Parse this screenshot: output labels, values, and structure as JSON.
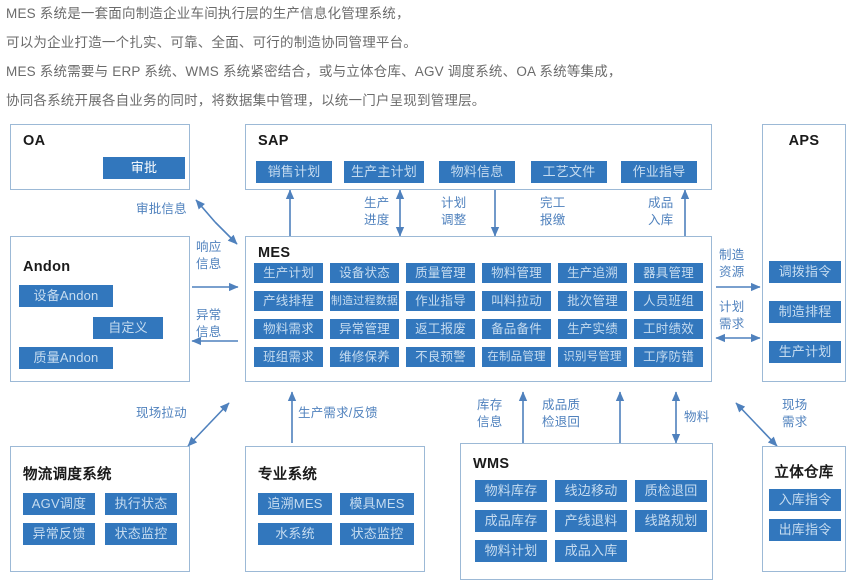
{
  "intro": {
    "lines": [
      "MES 系统是一套面向制造企业车间执行层的生产信息化管理系统，",
      "可以为企业打造一个扎实、可靠、全面、可行的制造协同管理平台。",
      "MES 系统需要与 ERP 系统、WMS 系统紧密结合，或与立体仓库、AGV 调度系统、OA 系统等集成，",
      "协同各系统开展各自业务的同时，将数据集中管理，以统一门户呈现到管理层。"
    ]
  },
  "colors": {
    "chip_fill": "#3277bd",
    "chip_text": "#c6dcf0",
    "box_border": "#9cb9d6",
    "label_text": "#4f81bd",
    "intro_text": "#6b6b6b"
  },
  "systems": {
    "oa": {
      "title": "OA",
      "items": [
        "审批"
      ]
    },
    "sap": {
      "title": "SAP",
      "items": [
        "销售计划",
        "生产主计划",
        "物料信息",
        "工艺文件",
        "作业指导"
      ]
    },
    "aps": {
      "title": "APS",
      "items": [
        "调拨指令",
        "制造排程",
        "生产计划"
      ]
    },
    "andon": {
      "title": "Andon",
      "items": [
        "设备Andon",
        "自定义",
        "质量Andon"
      ]
    },
    "mes": {
      "title": "MES",
      "rows": [
        [
          "生产计划",
          "设备状态",
          "质量管理",
          "物料管理",
          "生产追溯",
          "器具管理"
        ],
        [
          "产线排程",
          "制造过程数据",
          "作业指导",
          "叫料拉动",
          "批次管理",
          "人员班组"
        ],
        [
          "物料需求",
          "异常管理",
          "返工报废",
          "备品备件",
          "生产实绩",
          "工时绩效"
        ],
        [
          "班组需求",
          "维修保养",
          "不良预警",
          "在制品管理",
          "识别号管理",
          "工序防错"
        ]
      ]
    },
    "logistics": {
      "title": "物流调度系统",
      "items": [
        "AGV调度",
        "执行状态",
        "异常反馈",
        "状态监控"
      ]
    },
    "professional": {
      "title": "专业系统",
      "items": [
        "追溯MES",
        "模具MES",
        "水系统",
        "状态监控"
      ]
    },
    "wms": {
      "title": "WMS",
      "items": [
        "物料库存",
        "线边移动",
        "质检退回",
        "成品库存",
        "产线退料",
        "线路规划",
        "物料计划",
        "成品入库"
      ]
    },
    "warehouse": {
      "title": "立体仓库",
      "items": [
        "入库指令",
        "出库指令"
      ]
    }
  },
  "connectors": [
    {
      "id": "approval-info",
      "text": "审批信息",
      "direction": "bidirectional"
    },
    {
      "id": "response-info",
      "text": "响应\n信息",
      "direction": "right"
    },
    {
      "id": "exception-info",
      "text": "异常\n信息",
      "direction": "left"
    },
    {
      "id": "sales-plan-flow",
      "text": "",
      "direction": "up"
    },
    {
      "id": "production-progress",
      "text": "生产\n进度",
      "direction": "bidirectional-vertical"
    },
    {
      "id": "plan-adjust",
      "text": "计划\n调整",
      "direction": "down"
    },
    {
      "id": "completion-report",
      "text": "完工\n报缴",
      "direction": "none"
    },
    {
      "id": "finished-goods-in",
      "text": "成品\n入库",
      "direction": "up"
    },
    {
      "id": "manufacturing-resource",
      "text": "制造\n资源",
      "direction": "right"
    },
    {
      "id": "plan-demand",
      "text": "计划\n需求",
      "direction": "bidirectional"
    },
    {
      "id": "site-pull",
      "text": "现场拉动",
      "direction": "bidirectional"
    },
    {
      "id": "production-demand-feedback",
      "text": "生产需求/反馈",
      "direction": "up"
    },
    {
      "id": "inventory-info",
      "text": "库存\n信息",
      "direction": "up"
    },
    {
      "id": "finished-quality-return",
      "text": "成品质\n检退回",
      "direction": "up"
    },
    {
      "id": "material",
      "text": "物料",
      "direction": "bidirectional-vertical"
    },
    {
      "id": "site-demand",
      "text": "现场\n需求",
      "direction": "bidirectional"
    }
  ],
  "labels": {
    "approval_info": "审批信息",
    "response_l1": "响应",
    "response_l2": "信息",
    "exception_l1": "异常",
    "exception_l2": "信息",
    "prod_progress_l1": "生产",
    "prod_progress_l2": "进度",
    "plan_adjust_l1": "计划",
    "plan_adjust_l2": "调整",
    "completion_l1": "完工",
    "completion_l2": "报缴",
    "fg_in_l1": "成品",
    "fg_in_l2": "入库",
    "mfg_res_l1": "制造",
    "mfg_res_l2": "资源",
    "plan_demand_l1": "计划",
    "plan_demand_l2": "需求",
    "site_pull": "现场拉动",
    "prod_demand_feedback": "生产需求/反馈",
    "inventory_l1": "库存",
    "inventory_l2": "信息",
    "fq_return_l1": "成品质",
    "fq_return_l2": "检退回",
    "material": "物料",
    "site_demand_l1": "现场",
    "site_demand_l2": "需求"
  }
}
